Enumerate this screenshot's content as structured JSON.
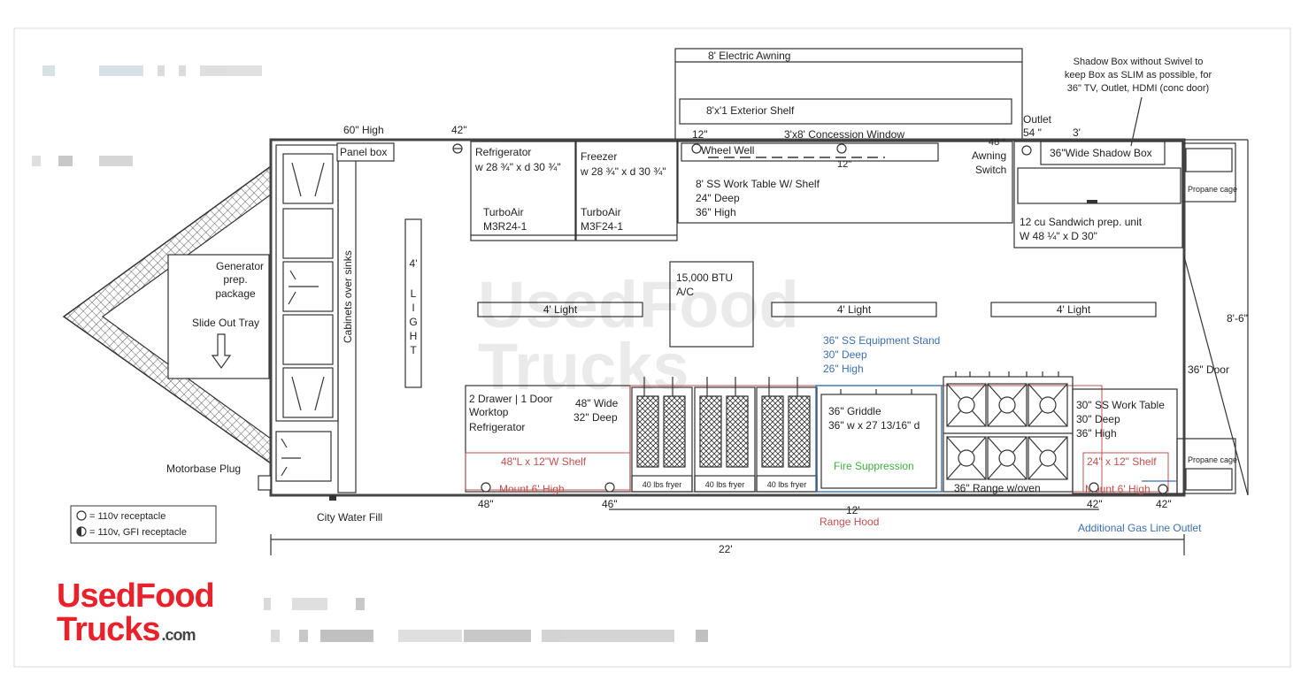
{
  "title_block": {
    "brand_used": "Used",
    "brand_food": "Food",
    "brand_trucks": "Trucks",
    "brand_com": ".com"
  },
  "awning": {
    "electric": "8' Electric Awning",
    "shelf": "8'x'1 Exterior Shelf"
  },
  "shadow_note": {
    "line1": "Shadow Box without Swivel to",
    "line2": "keep Box as SLIM as possible, for",
    "line3": "36\" TV, Outlet, HDMI (conc door)"
  },
  "top": {
    "high60": "60\" High",
    "d42": "42\"",
    "panel": "Panel box",
    "ref_l1": "Refrigerator",
    "ref_l2": "w 28 ¾\" x d 30 ¾\"",
    "ref_l3": "TurboAir",
    "ref_l4": "M3R24-1",
    "frz_l1": "Freezer",
    "frz_l2": "w 28 ¾\" x d 30 ¾\"",
    "frz_l3": "TurboAir",
    "frz_l4": "M3F24-1",
    "d12a": "12\"",
    "window": "3'x8' Concession Window",
    "d12b": "12\"",
    "wheel": "Wheel Well",
    "work1": "8' SS Work Table W/ Shelf",
    "work2": "24\" Deep",
    "work3": "36\" High",
    "outlet": "Outlet",
    "d54": "54 \"",
    "d3": "3'",
    "d48": "48 \"",
    "aws1": "Awning",
    "aws2": "Switch",
    "shadowbox": "36\"Wide Shadow Box",
    "sand1": "12 cu Sandwich prep. unit",
    "sand2": "W 48 ¼\" x D 30\"",
    "propane": "Propane cage"
  },
  "middle": {
    "gen1": "Generator",
    "gen2": "prep.",
    "gen3": "package",
    "slide": "Slide Out Tray",
    "cabinets": "Cabinets over sinks",
    "light_v_4": "4'",
    "light_v_word": "LIGHT",
    "light1": "4' Light",
    "light2": "4' Light",
    "light3": "4' Light",
    "ac1": "15,000 BTU",
    "ac2": "A/C",
    "stand1": "36\" SS Equipment Stand",
    "stand2": "30\" Deep",
    "stand3": "26\" High",
    "width": "8'-6\"",
    "door": "36\" Door"
  },
  "bottom": {
    "wr1": "2 Drawer | 1 Door",
    "wr2": "Worktop",
    "wr3": "Refrigerator",
    "wr4": "48\" Wide",
    "wr5": "32\" Deep",
    "shelf48": "48\"L x 12\"W Shelf",
    "mount1": "Mount 6' High",
    "fryer": "40 lbs fryer",
    "grid1": "36\" Griddle",
    "grid2": "36\" w x 27 13/16\" d",
    "fire": "Fire Suppression",
    "range": "36\" Range w/oven",
    "swt1": "30\" SS Work Table",
    "swt2": "30\" Deep",
    "swt3": "36\" High",
    "shelf24": "24\" x 12\" Shelf",
    "mount2": "Mount 6' High",
    "propane": "Propane cage",
    "motor": "Motorbase Plug",
    "city": "City Water Fill",
    "d48": "48\"",
    "d46": "46\"",
    "d12": "12'",
    "d42a": "42\"",
    "d42b": "42\"",
    "hood": "Range Hood",
    "gas": "Additional Gas Line Outlet",
    "d22": "22'"
  },
  "legend": {
    "rec": "= 110v receptacle",
    "gfi": "= 110v, GFI receptacle"
  }
}
